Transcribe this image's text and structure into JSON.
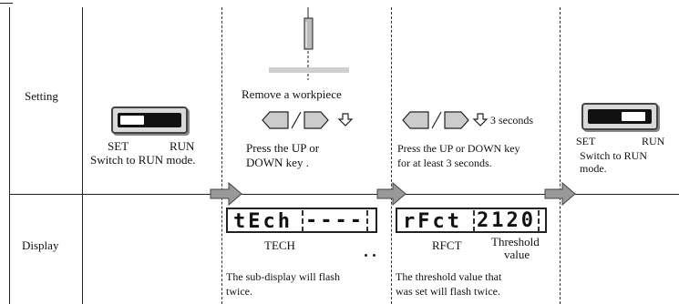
{
  "rows": {
    "setting_label": "Setting",
    "display_label": "Display"
  },
  "step1": {
    "set_label": "SET",
    "run_label": "RUN",
    "caption": "Switch to RUN mode."
  },
  "step2": {
    "remove_caption": "Remove a workpiece",
    "press_line1": "Press the UP or",
    "press_line2": "DOWN key .",
    "display_left": "tEch",
    "display_right": "----",
    "display_caption": "TECH",
    "sub_line1": "The sub-display will flash",
    "sub_line2": "twice."
  },
  "step3": {
    "duration": "3 seconds",
    "press_line1": "Press the UP or DOWN key",
    "press_line2": "for at least 3 seconds.",
    "display_left": "rFct",
    "display_right": "2120",
    "display_caption": "RFCT",
    "threshold_line1": "Threshold",
    "threshold_line2": "value",
    "note_line1": "The threshold value that",
    "note_line2": "was set will flash twice."
  },
  "step4": {
    "set_label": "SET",
    "run_label": "RUN",
    "caption_line1": "Switch to RUN",
    "caption_line2": "mode."
  }
}
